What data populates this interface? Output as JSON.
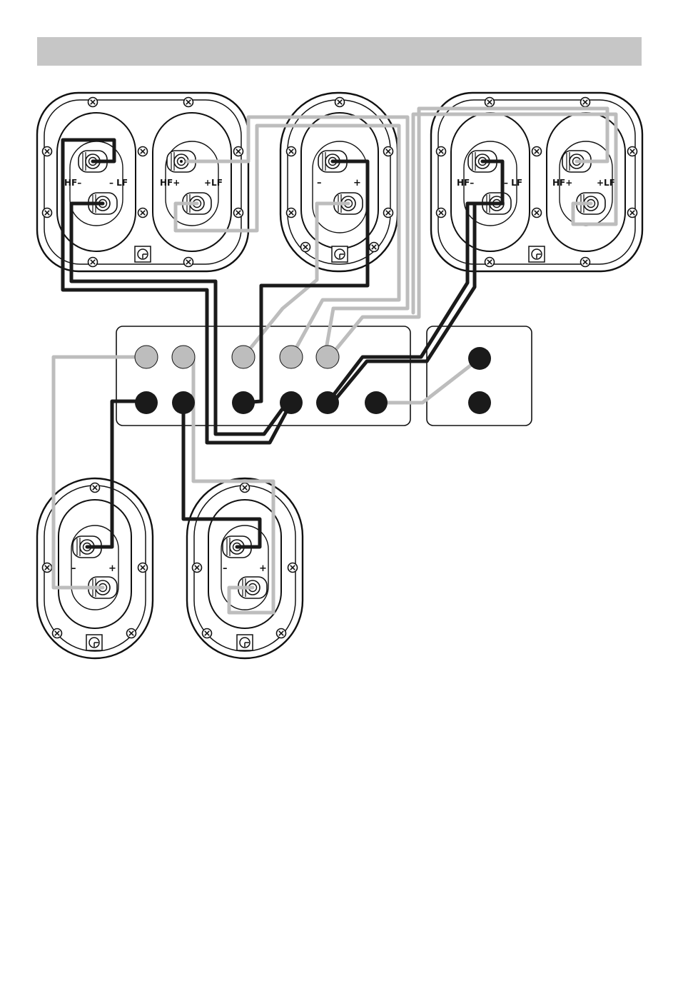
{
  "header": {
    "bar_color": "#c6c6c6"
  },
  "colors": {
    "positive_wire": "#bdbdbd",
    "negative_wire": "#1a1a1a",
    "outline": "#111111",
    "positive_post": "#bdbdbd",
    "negative_post": "#1a1a1a"
  },
  "terminal_labels": {
    "hf_minus": "HF–",
    "lf_minus": "– LF",
    "hf_plus": "HF+",
    "lf_plus": "+LF",
    "minus": "–",
    "plus": "+"
  },
  "icons": {
    "speaker_terminal": "speaker-terminal-icon",
    "ground_logo": "ground-logo-icon",
    "screw": "screw-icon"
  }
}
